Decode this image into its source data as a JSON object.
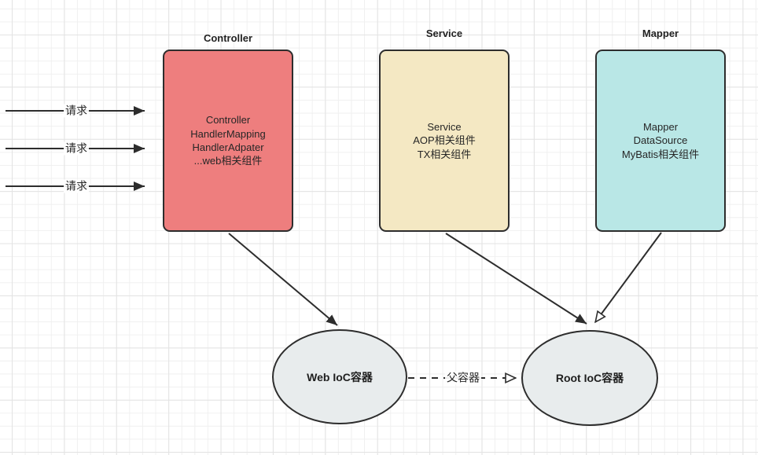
{
  "diagram": {
    "boxes": [
      {
        "title": "Controller",
        "lines": [
          "Controller",
          "HandlerMapping",
          "HandlerAdpater",
          "...web相关组件"
        ],
        "fill": "#ee7e7e"
      },
      {
        "title": "Service",
        "lines": [
          "Service",
          "AOP相关组件",
          "TX相关组件"
        ],
        "fill": "#f4e8c3"
      },
      {
        "title": "Mapper",
        "lines": [
          "Mapper",
          "DataSource",
          "MyBatis相关组件"
        ],
        "fill": "#b9e7e6"
      }
    ],
    "containers": [
      {
        "label": "Web IoC容器",
        "fill": "#e8eced"
      },
      {
        "label": "Root IoC容器",
        "fill": "#e8eced"
      }
    ],
    "request_arrows": [
      {
        "label": "请求"
      },
      {
        "label": "请求"
      },
      {
        "label": "请求"
      }
    ],
    "parent_edge_label": "父容器",
    "colors": {
      "stroke": "#2d2d2d",
      "text": "#262626",
      "grid_minor": "#f0f0f0",
      "grid_major": "#e3e3e3",
      "background": "#ffffff"
    }
  }
}
